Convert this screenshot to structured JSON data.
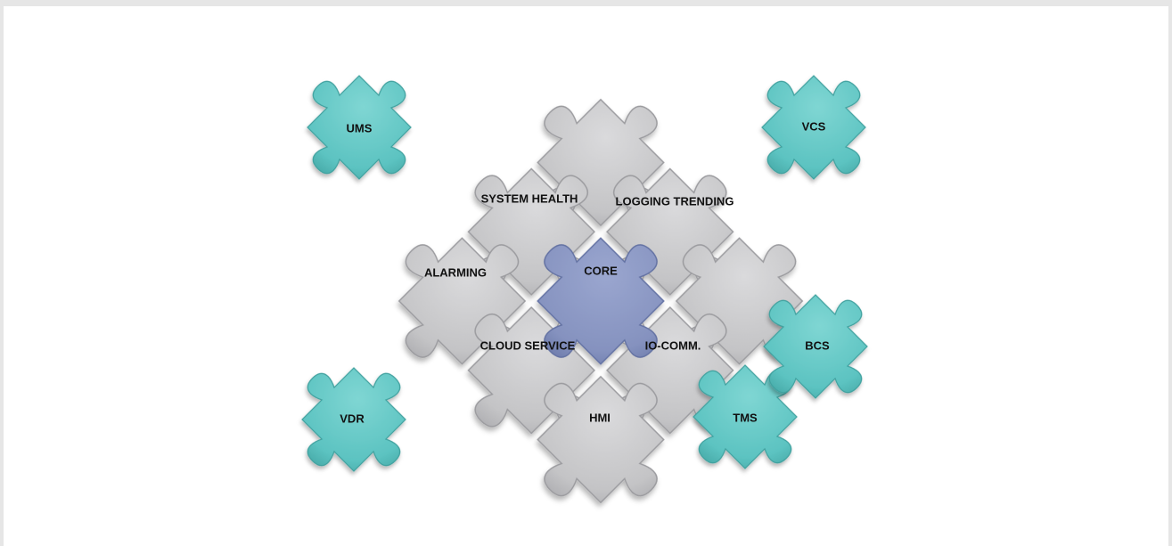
{
  "colors": {
    "teal": "#5cc3c1",
    "teal_dark": "#3fa09e",
    "grey": "#c4c4c6",
    "grey_dark": "#9b9b9f",
    "core": "#8592bf",
    "core_dark": "#6472a3",
    "background": "#ffffff"
  },
  "pieces": {
    "ums": "UMS",
    "vcs": "VCS",
    "vdr": "VDR",
    "bcs": "BCS",
    "tms": "TMS",
    "system_health": "SYSTEM HEALTH",
    "logging_trending": "LOGGING TRENDING",
    "alarming": "ALARMING",
    "core": "CORE",
    "cloud_service": "CLOUD SERVICE",
    "io_comm": "IO-COMM.",
    "hmi": "HMI"
  }
}
